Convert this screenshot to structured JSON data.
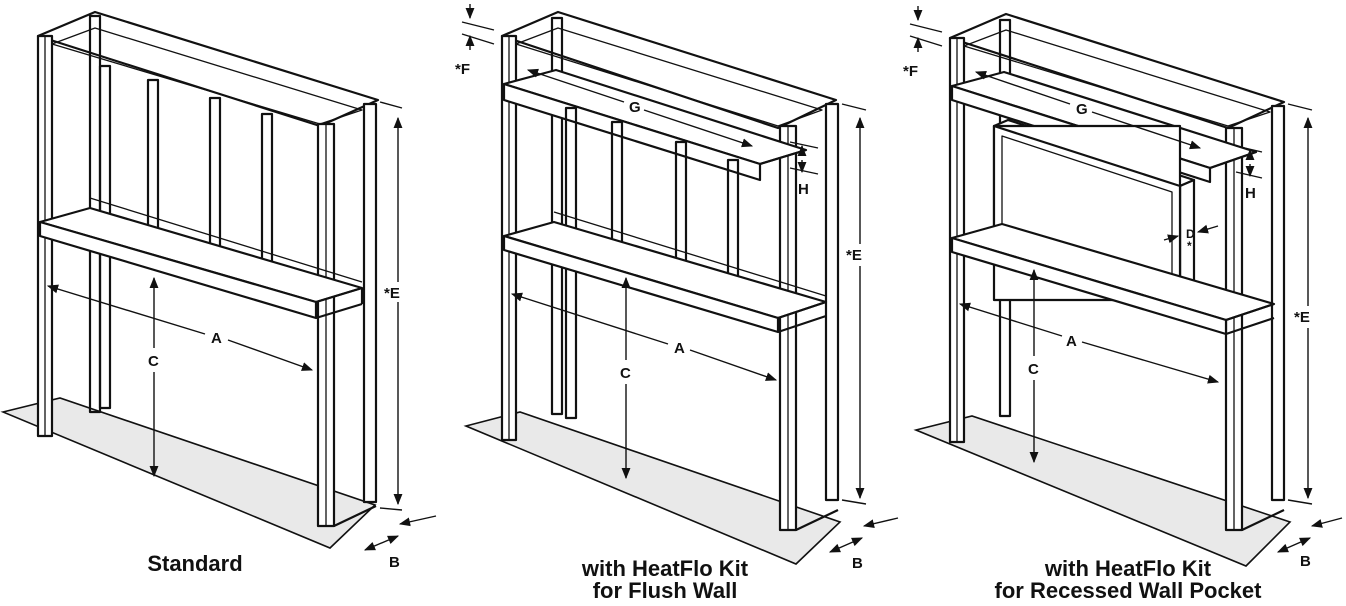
{
  "panels": [
    {
      "caption_lines": [
        "Standard"
      ],
      "labels": {
        "A": "A",
        "B": "B",
        "C": "C",
        "E": "*E"
      }
    },
    {
      "caption_lines": [
        "with HeatFlo Kit",
        "for Flush Wall"
      ],
      "labels": {
        "A": "A",
        "B": "B",
        "C": "C",
        "E": "*E",
        "F": "*F",
        "G": "G",
        "H": "H"
      }
    },
    {
      "caption_lines": [
        "with HeatFlo Kit",
        "for Recessed Wall Pocket"
      ],
      "labels": {
        "A": "A",
        "B": "B",
        "C": "C",
        "E": "*E",
        "F": "*F",
        "G": "G",
        "H": "H",
        "D": "D",
        "D_note": "*"
      }
    }
  ]
}
